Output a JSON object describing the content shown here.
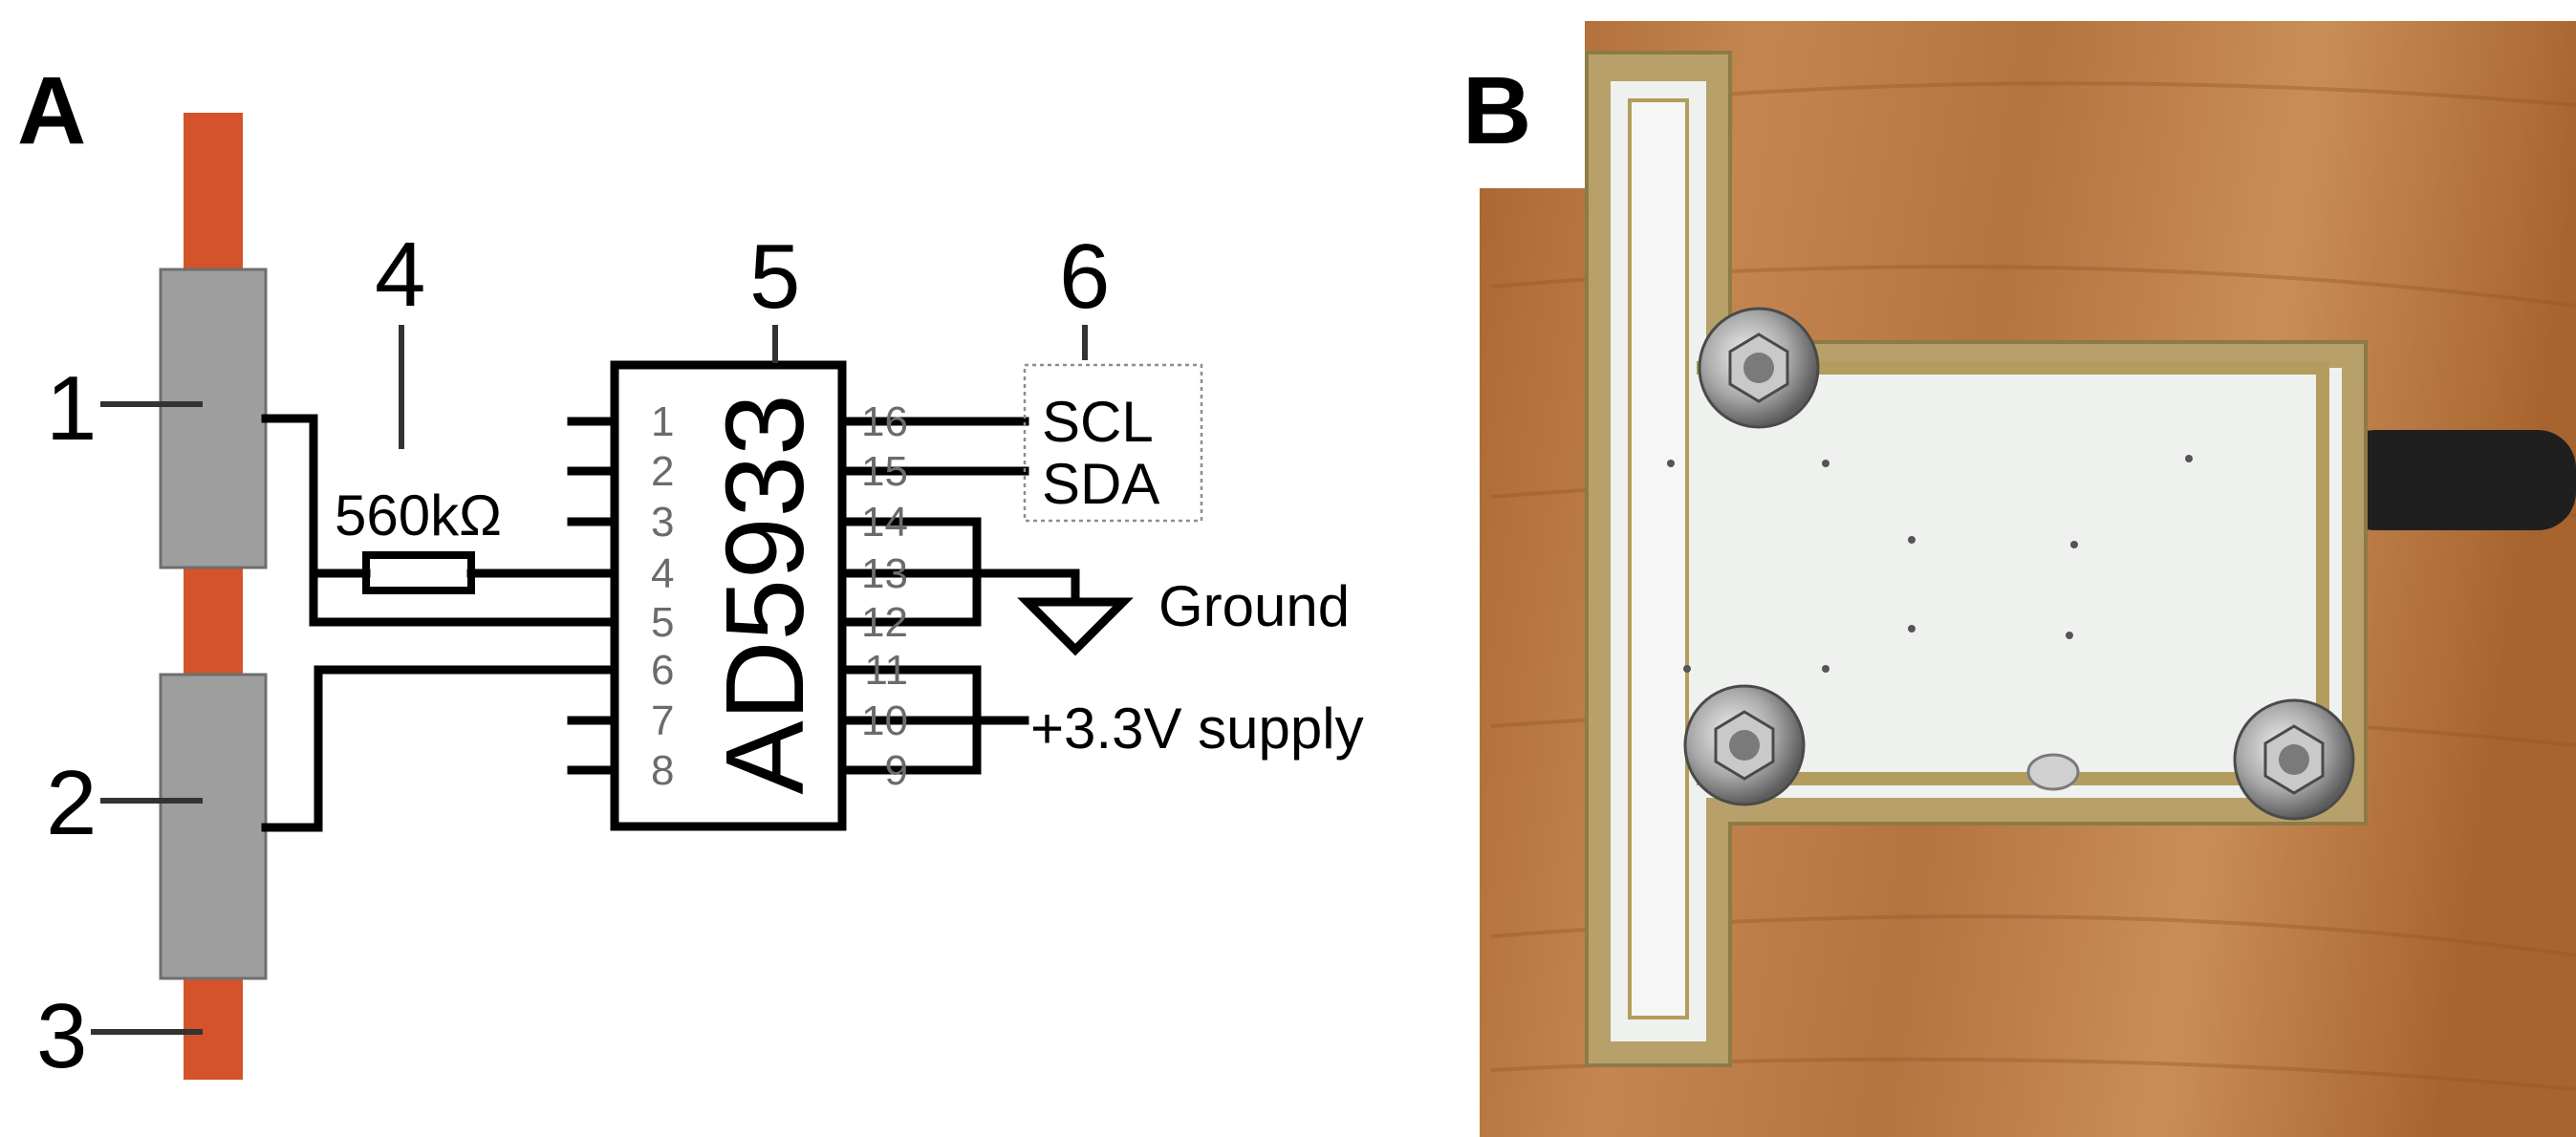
{
  "panel_a": {
    "label": "A",
    "callouts": {
      "c1": "1",
      "c2": "2",
      "c3": "3",
      "c4": "4",
      "c5": "5",
      "c6": "6"
    },
    "resistor_value": "560kΩ",
    "chip": {
      "name": "AD5933",
      "left_pins": [
        "1",
        "2",
        "3",
        "4",
        "5",
        "6",
        "7",
        "8"
      ],
      "right_pins": [
        "16",
        "15",
        "14",
        "13",
        "12",
        "11",
        "10",
        "9"
      ]
    },
    "nets": {
      "scl": "SCL",
      "sda": "SDA",
      "ground": "Ground",
      "supply": "+3.3V supply"
    },
    "colors": {
      "copper": "#d4532a",
      "electrode": "#9e9e9e",
      "wire": "#000000"
    }
  },
  "panel_b": {
    "label": "B",
    "photo": "sensor-board-photo",
    "colors": {
      "wood": "#b9773f",
      "board": "#eef1ee",
      "trace": "#b39d5e"
    }
  }
}
